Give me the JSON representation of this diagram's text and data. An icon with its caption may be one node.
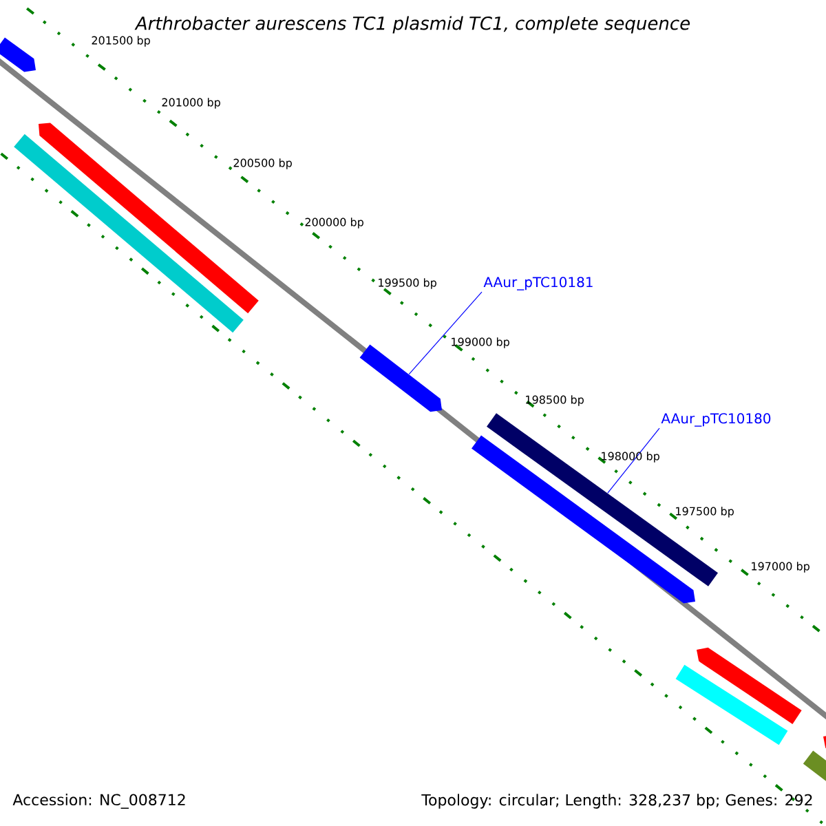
{
  "diagram": {
    "title": "Arthrobacter aurescens TC1 plasmid TC1, complete sequence",
    "nodes": [
      {
        "text": [
          "AAur_pTC10181"
        ]
      },
      {
        "text": [
          "AAur_pTC10180"
        ]
      },
      {
        "text": [],
        "shape": "bar"
      },
      {
        "text": [],
        "shape": "bar"
      }
    ],
    "edges": [
      {
        "from": 0,
        "to": 2,
        "arrow": "none"
      },
      {
        "from": 1,
        "to": 3,
        "arrow": "none"
      }
    ],
    "labels": [
      "201500 bp",
      "201000 bp",
      "200500 bp",
      "200000 bp",
      "199500 bp",
      "199000 bp",
      "198500 bp",
      "198000 bp",
      "197500 bp",
      "197000 bp",
      "Accession: NC_008712",
      "Topology: circular; Length: 328,237 bp; Genes: 292"
    ]
  }
}
